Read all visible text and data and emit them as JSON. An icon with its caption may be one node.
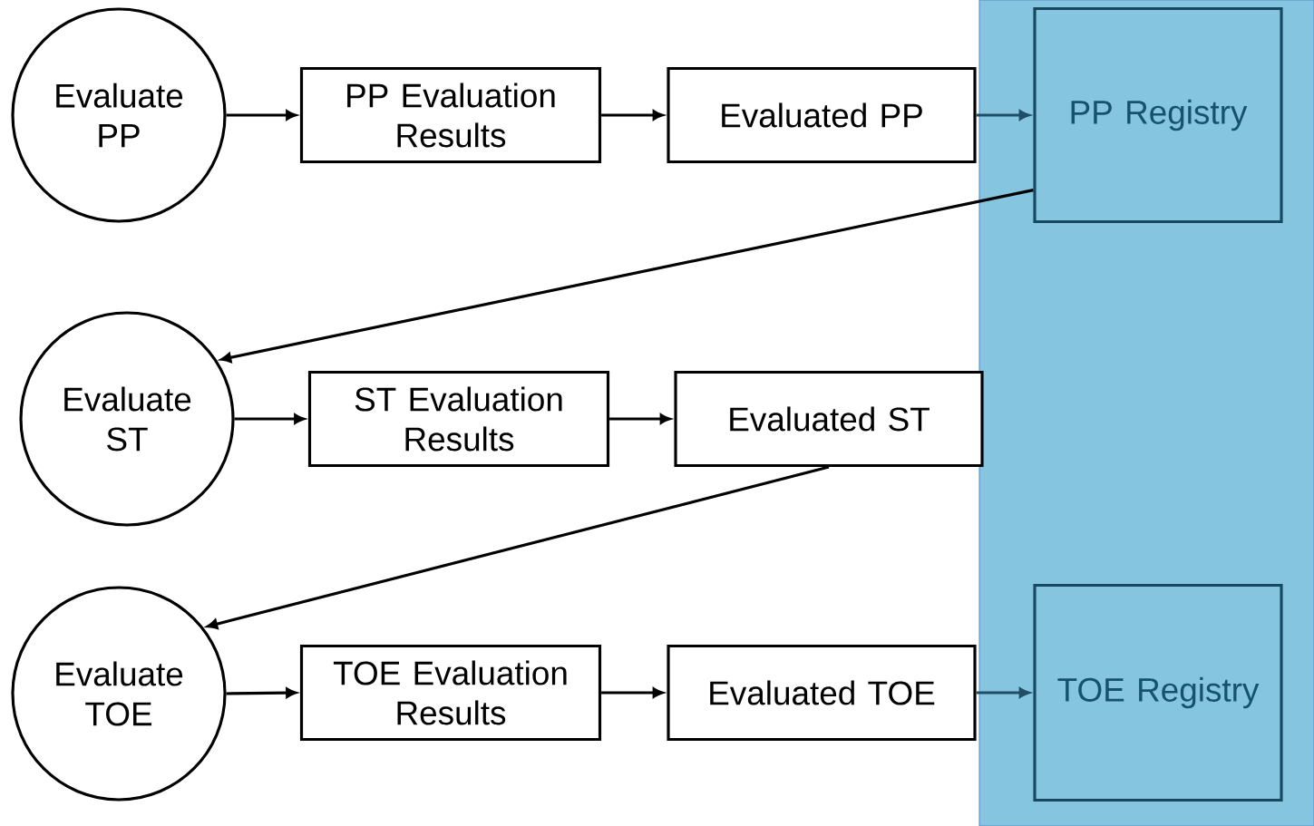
{
  "diagram": {
    "nodes": [
      {
        "text": [
          "Evaluate PP"
        ]
      },
      {
        "text": [
          "PP Evaluation Results"
        ]
      },
      {
        "text": [
          "Evaluated PP"
        ]
      },
      {
        "text": [
          "PP Registry"
        ]
      },
      {
        "text": [
          "Evaluate ST"
        ]
      },
      {
        "text": [
          "ST Evaluation Results"
        ]
      },
      {
        "text": [
          "Evaluated ST"
        ]
      },
      {
        "text": [
          "Evaluate TOE"
        ]
      },
      {
        "text": [
          "TOE Evaluation Results"
        ]
      },
      {
        "text": [
          "Evaluated TOE"
        ]
      },
      {
        "text": [
          "TOE Registry"
        ]
      }
    ],
    "edges": [
      {
        "from": 0,
        "to": 1,
        "arrow": "to"
      },
      {
        "from": 1,
        "to": 2,
        "arrow": "to"
      },
      {
        "from": 2,
        "to": 3,
        "arrow": "to",
        "color": "#1f4e66"
      },
      {
        "from": 3,
        "to": 4,
        "arrow": "to"
      },
      {
        "from": 4,
        "to": 5,
        "arrow": "to"
      },
      {
        "from": 5,
        "to": 6,
        "arrow": "to"
      },
      {
        "from": 6,
        "to": 7,
        "arrow": "to"
      },
      {
        "from": 7,
        "to": 8,
        "arrow": "to"
      },
      {
        "from": 8,
        "to": 9,
        "arrow": "to"
      },
      {
        "from": 9,
        "to": 10,
        "arrow": "to",
        "color": "#1f4e66"
      }
    ]
  }
}
